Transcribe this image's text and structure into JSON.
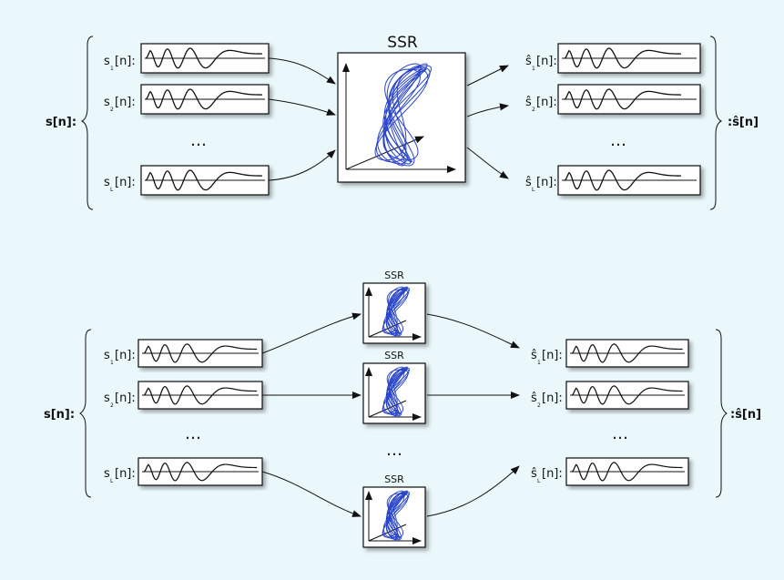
{
  "top_panel": {
    "block_label": "SSR",
    "input_group_label": "s[n]:",
    "output_group_label": ":ŝ[n]",
    "input_rows": [
      {
        "label": "s",
        "subscript": "1",
        "suffix": "[n]:"
      },
      {
        "label": "s",
        "subscript": "2",
        "suffix": "[n]:"
      },
      {
        "label": "s",
        "subscript": "L",
        "suffix": "[n]:"
      }
    ],
    "output_rows": [
      {
        "label": "ŝ",
        "subscript": "1",
        "suffix": "[n]:"
      },
      {
        "label": "ŝ",
        "subscript": "2",
        "suffix": "[n]:"
      },
      {
        "label": "ŝ",
        "subscript": "L",
        "suffix": "[n]:"
      }
    ],
    "ellipsis": "…"
  },
  "bottom_panel": {
    "block_labels": [
      "SSR",
      "SSR",
      "SSR"
    ],
    "input_group_label": "s[n]:",
    "output_group_label": ":ŝ[n]",
    "input_rows": [
      {
        "label": "s",
        "subscript": "1",
        "suffix": "[n]:"
      },
      {
        "label": "s",
        "subscript": "2",
        "suffix": "[n]:"
      },
      {
        "label": "s",
        "subscript": "L",
        "suffix": "[n]:"
      }
    ],
    "output_rows": [
      {
        "label": "ŝ",
        "subscript": "1",
        "suffix": "[n]:"
      },
      {
        "label": "ŝ",
        "subscript": "2",
        "suffix": "[n]:"
      },
      {
        "label": "ŝ",
        "subscript": "L",
        "suffix": "[n]:"
      }
    ],
    "ellipsis": "…"
  },
  "colors": {
    "background": "#eaf8fc",
    "attractor": "#2a45c8",
    "stroke": "#111111",
    "box_fill": "#ffffff"
  },
  "icons": [
    "waveform-icon",
    "phase-space-attractor-icon",
    "brace-icon",
    "arrow-icon"
  ]
}
